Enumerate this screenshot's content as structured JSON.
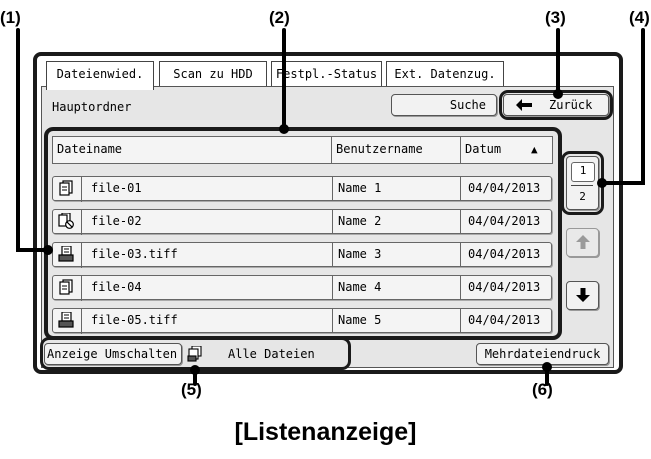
{
  "callouts": [
    "(1)",
    "(2)",
    "(3)",
    "(4)",
    "(5)",
    "(6)"
  ],
  "tabs": [
    {
      "label": "Dateienwied.",
      "active": true
    },
    {
      "label": "Scan zu HDD",
      "active": false
    },
    {
      "label": "Festpl.-Status",
      "active": false
    },
    {
      "label": "Ext. Datenzug.",
      "active": false
    }
  ],
  "breadcrumb": "Hauptordner",
  "search_label": "Suche",
  "back_label": "Zurück",
  "columns": {
    "filename": "Dateiname",
    "username": "Benutzername",
    "date": "Datum",
    "sort_indicator": "▲"
  },
  "rows": [
    {
      "icon": "copy-file-icon",
      "filename": "file-01",
      "username": "Name 1",
      "date": "04/04/2013"
    },
    {
      "icon": "copy-protected-file-icon",
      "filename": "file-02",
      "username": "Name 2",
      "date": "04/04/2013"
    },
    {
      "icon": "scan-file-icon",
      "filename": "file-03.tiff",
      "username": "Name 3",
      "date": "04/04/2013"
    },
    {
      "icon": "copy-file-icon",
      "filename": "file-04",
      "username": "Name 4",
      "date": "04/04/2013"
    },
    {
      "icon": "scan-file-icon",
      "filename": "file-05.tiff",
      "username": "Name 5",
      "date": "04/04/2013"
    }
  ],
  "pager": {
    "current": "1",
    "total": "2"
  },
  "toggle_view_label": "Anzeige Umschalten",
  "filter_label": "Alle Dateien",
  "multi_print_label": "Mehrdateiendruck",
  "caption": "[Listenanzeige]"
}
